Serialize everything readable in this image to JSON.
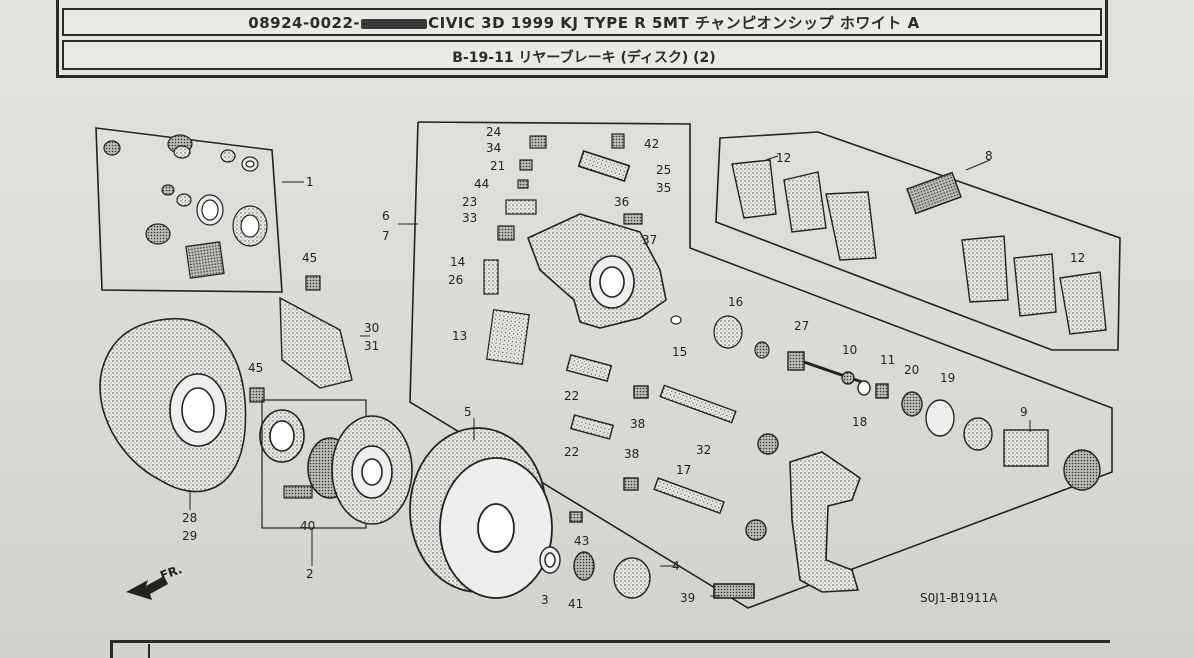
{
  "header": {
    "title_left": "08924-0022-",
    "title_right": "CIVIC 3D 1999 KJ TYPE R 5MT チャンピオンシップ ホワイト A",
    "subtitle": "B-19-11 リヤーブレーキ (ディスク) (2)"
  },
  "diagram": {
    "drawing_code": "S0J1-B1911A",
    "direction_label": "FR.",
    "callouts": [
      "1",
      "2",
      "3",
      "4",
      "5",
      "6",
      "7",
      "8",
      "9",
      "10",
      "11",
      "12",
      "12",
      "13",
      "14",
      "15",
      "16",
      "17",
      "18",
      "19",
      "20",
      "21",
      "22",
      "22",
      "23",
      "24",
      "25",
      "26",
      "27",
      "28",
      "29",
      "30",
      "31",
      "32",
      "33",
      "34",
      "35",
      "36",
      "37",
      "38",
      "38",
      "39",
      "40",
      "41",
      "42",
      "43",
      "44",
      "45",
      "45"
    ]
  },
  "colors": {
    "ink": "#222222",
    "paper": "#e3e2dd"
  }
}
